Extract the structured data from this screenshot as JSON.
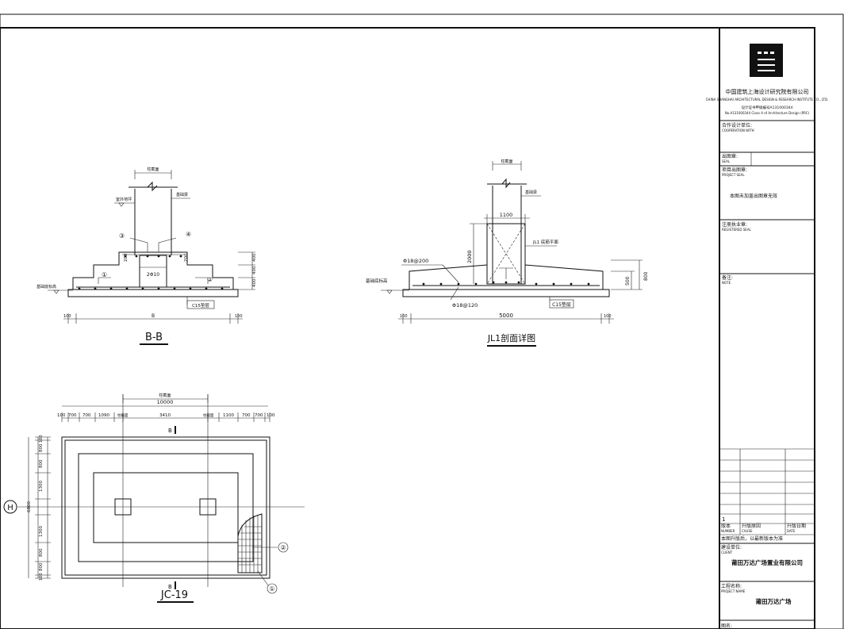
{
  "title_block": {
    "company_cn": "中国建筑上海设计研究院有限公司",
    "company_en": "CHINA SHANGHAI ARCHITECTURAL DESIGN & RESEARCH INSTITUTE CO., LTD.",
    "cert_cn": "设计证书甲级编号A131000344",
    "cert_en": "No.A131000344 Class A of Architecture Design (PRC)",
    "coop_label": "合作设计单位:",
    "coop_sub": "COOPERATION WITH",
    "stamp_label": "出图章:",
    "stamp_sub": "SEAL",
    "project_seal_label": "项目出图章:",
    "project_seal_sub": "PROJECT SEAL",
    "seal_note": "本图未加盖出图章无效",
    "reg_seal_label": "注册执业章:",
    "reg_seal_sub": "REGISTERED SEAL",
    "notes_label": "备注:",
    "notes_sub": "NOTE",
    "rev_number": "1",
    "rev_label": "版本",
    "rev_sub": "NUMBER",
    "reason_label": "升版原因",
    "reason_sub": "CAUSE",
    "date_label": "升版日期",
    "date_sub": "DATE",
    "rev_note": "本图升版后，以最新版本为准",
    "client_label": "建设单位:",
    "client_sub": "CLIENT",
    "client_name": "莆田万达广场置业有限公司",
    "project_label": "工程名称:",
    "project_sub": "PROJECT NAME",
    "project_name": "莆田万达广场",
    "drawing_label": "图名:"
  },
  "section_bb": {
    "title": "B-B",
    "col_label": "柱截面",
    "floor_label": "室外地坪",
    "beam_label": "基础梁",
    "base_label": "基础底标高",
    "c15_label": "C15垫层",
    "rebar_label": "2Φ10",
    "markers": [
      "①",
      "②",
      "③",
      "④"
    ],
    "dims_v": [
      "400",
      "400",
      "400"
    ],
    "dim_200a": "200",
    "dim_200b": "200",
    "dim_total": "B",
    "dim_100a": "100",
    "dim_100b": "100"
  },
  "section_jl1": {
    "title": "JL1剖面详图",
    "col_label": "柱截面",
    "beam_label": "基础梁",
    "base_label": "基础底标高",
    "c15_label": "C15垫层",
    "jl1_label": "JL1 底筋平面",
    "rebar_top": "Φ18@200",
    "rebar_bottom": "Φ18@120",
    "dim_1100": "1100",
    "dim_2000": "2000",
    "dim_500": "500",
    "dim_800": "800",
    "dim_5000": "5000",
    "dim_100a": "100",
    "dim_100b": "100"
  },
  "plan_jc19": {
    "title": "JC-19",
    "col_label_a": "柱截面",
    "col_label_b": "柱截面",
    "col_label_c": "柱截面",
    "dim_10000": "10000",
    "top_dims": [
      "100",
      "700",
      "700",
      "1090",
      "3410",
      "1100",
      "700",
      "700",
      "100"
    ],
    "left_dims": [
      "100",
      "800",
      "800",
      "1300",
      "6800",
      "1300",
      "800",
      "800",
      "100"
    ],
    "axis_label": "H",
    "section_mark_top": "B",
    "section_mark_bottom": "B",
    "marker_1": "①",
    "marker_2": "②"
  }
}
